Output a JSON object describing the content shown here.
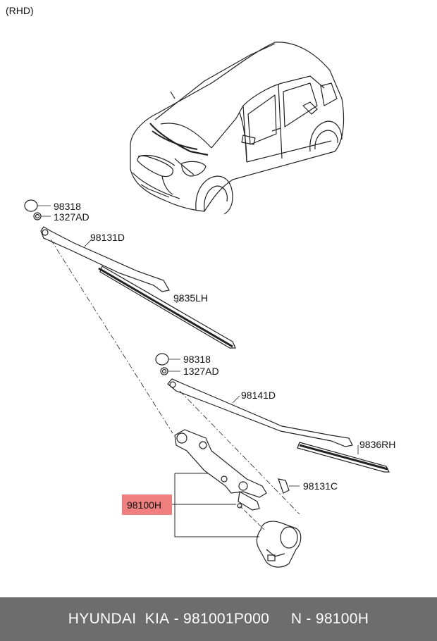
{
  "variant": "(RHD)",
  "parts": {
    "cap_left": "98318",
    "nut_left": "1327AD",
    "arm_left": "98131D",
    "blade_left": "9835LH",
    "cap_right": "98318",
    "nut_right": "1327AD",
    "arm_right": "98141D",
    "blade_right": "9836RH",
    "bolt": "98131C",
    "linkage_motor": "98100H"
  },
  "highlight_color": "#f08080",
  "footer": {
    "brand": "HYUNDAI  KIA",
    "part_number": "981001P000",
    "ref": "N - 98100H"
  }
}
